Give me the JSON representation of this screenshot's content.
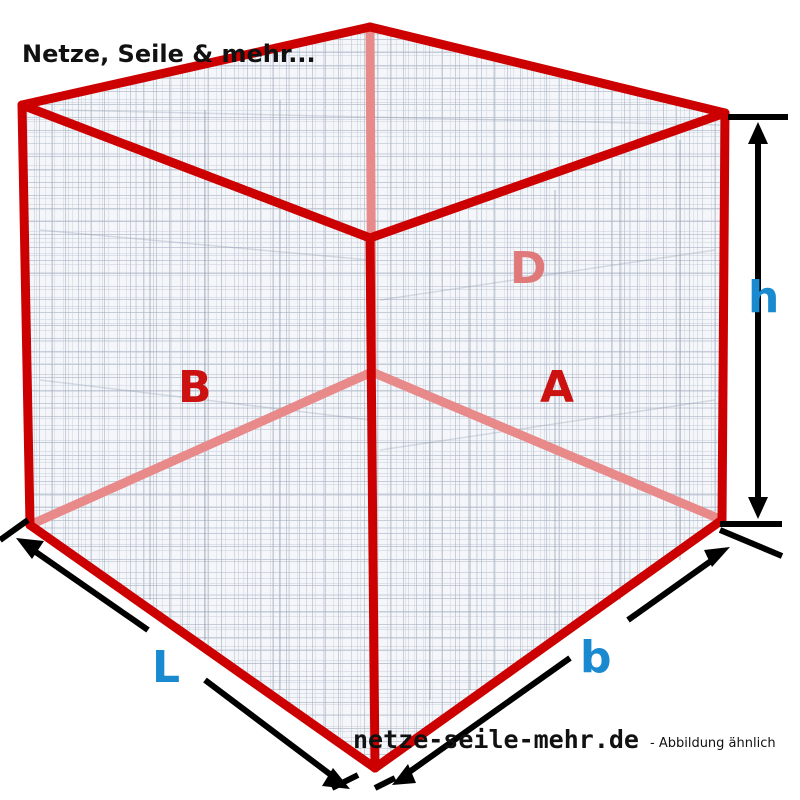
{
  "header": {
    "brand_text": "Netze, Seile & mehr..."
  },
  "faces": {
    "a": "A",
    "b": "B",
    "d": "D"
  },
  "dimensions": {
    "length": "L",
    "width": "b",
    "height": "h"
  },
  "footer": {
    "url": "netze-seile-mehr.de",
    "note": "- Abbildung ähnlich"
  },
  "colors": {
    "edge": "#cc0000",
    "edge_hidden": "#e88a8a",
    "dimension_label": "#1a8ad0",
    "arrow": "#000000",
    "mesh": "#a9b4c4"
  }
}
